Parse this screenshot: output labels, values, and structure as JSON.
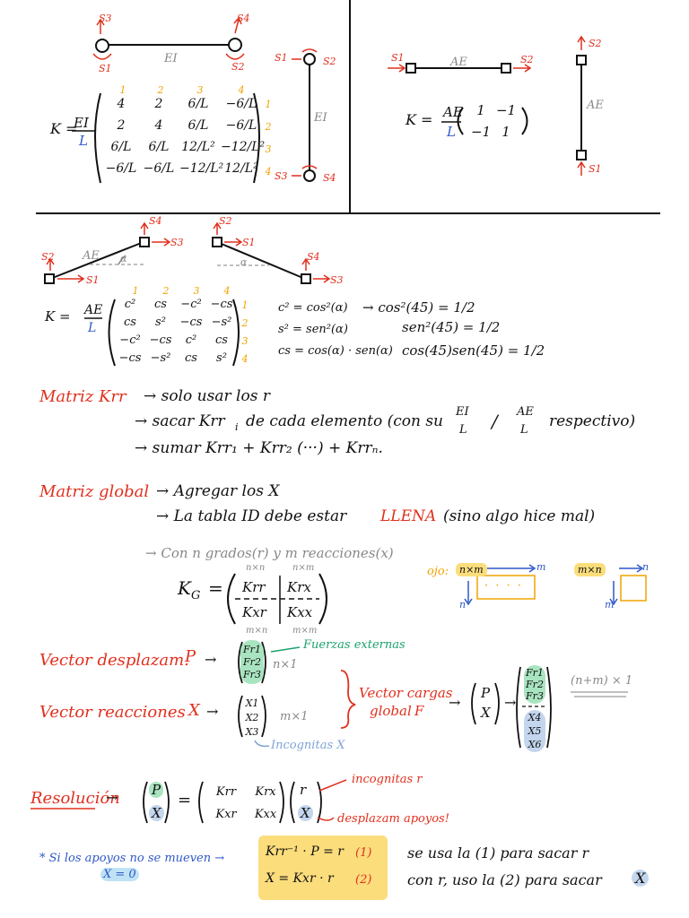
{
  "panel_beam": {
    "s3_left": "S3",
    "s4_right": "S4",
    "s1_left": "S1",
    "s2_right": "S2",
    "ei": "EI",
    "k_label": "K =",
    "ei_num": "EI",
    "l_den": "L",
    "col_idx": [
      "1",
      "2",
      "3",
      "4"
    ],
    "row_idx": [
      "1",
      "2",
      "3",
      "4"
    ],
    "matrix": [
      [
        "4",
        "2",
        "6/L",
        "−6/L"
      ],
      [
        "2",
        "4",
        "6/L",
        "−6/L"
      ],
      [
        "6/L",
        "6/L",
        "12/L²",
        "−12/L²"
      ],
      [
        "−6/L",
        "−6/L",
        "−12/L²",
        "12/L²"
      ]
    ],
    "vert_s1_top": "S1",
    "vert_s2_top": "S2",
    "vert_s3_bottom": "S3",
    "vert_s4_bottom": "S4",
    "vert_ei": "EI"
  },
  "panel_truss": {
    "s1": "S1",
    "s2": "S2",
    "ae": "AE",
    "k_label": "K =",
    "ae_num": "AE",
    "l_den": "L",
    "matrix": [
      [
        "1",
        "−1"
      ],
      [
        "−1",
        "1"
      ]
    ],
    "vert_s2": "S2",
    "vert_s1": "S1",
    "vert_ae": "AE"
  },
  "panel_inclined": {
    "left_s4": "S4",
    "left_s3": "S3",
    "left_s2": "S2",
    "left_s1": "S1",
    "left_ae": "AE",
    "left_alpha": "α",
    "right_s2": "S2",
    "right_s1": "S1",
    "right_s4": "S4",
    "right_s3": "S3",
    "right_alpha": "α",
    "k_label": "K =",
    "ae_num": "AE",
    "l_den": "L",
    "col_idx": [
      "1",
      "2",
      "3",
      "4"
    ],
    "row_idx": [
      "1",
      "2",
      "3",
      "4"
    ],
    "matrix": [
      [
        "c²",
        "cs",
        "−c²",
        "−cs"
      ],
      [
        "cs",
        "s²",
        "−cs",
        "−s²"
      ],
      [
        "−c²",
        "−cs",
        "c²",
        "cs"
      ],
      [
        "−cs",
        "−s²",
        "cs",
        "s²"
      ]
    ],
    "defs": [
      "c² = cos²(α)",
      "s² = sen²(α)",
      "cs = cos(α) · sen(α)"
    ],
    "examples": [
      "→  cos²(45) = 1/2",
      "sen²(45) = 1/2",
      "cos(45)sen(45) = 1/2"
    ]
  },
  "krr": {
    "title": "Matriz Krr",
    "line1": "→ solo usar los r",
    "line2a": "→ sacar Krr",
    "line2b": "i",
    "line2c": "de cada elemento (con su",
    "ei": "EI",
    "l1": "L",
    "slash": "/",
    "ae": "AE",
    "l2": "L",
    "line2d": "respectivo)",
    "line3": "→ sumar  Krr₁ + Krr₂ (···) + Krrₙ."
  },
  "global": {
    "title": "Matriz global",
    "line1": "→  Agregar  los  X",
    "line2a": "→ La tabla ID debe estar",
    "line2b": "LLENA",
    "line2c": "(sino algo hice mal)",
    "line3": "→ Con  n  grados(r)   y   m  reacciones(x)",
    "kg": "K",
    "kg_sub": "G",
    "eq": "=",
    "dims_top": [
      "n×n",
      "n×m"
    ],
    "dims_bottom": [
      "m×n",
      "m×m"
    ],
    "blocks": [
      "Krr",
      "Krx",
      "Kxr",
      "Kxx"
    ],
    "ojo": "ojo:",
    "nxm": "n×m",
    "mxn": "m×n",
    "m": "m",
    "n": "n",
    "dots": "· · · ·"
  },
  "vectors": {
    "desp_title": "Vector desplazam.",
    "desp_sym": "P",
    "arrow": "→",
    "fr": [
      "Fr1",
      "Fr2",
      "Fr3"
    ],
    "nx1": "n×1",
    "fuerzas": "Fuerzas externas",
    "reac_title": "Vector reacciones",
    "reac_sym": "X",
    "x": [
      "X1",
      "X2",
      "X3"
    ],
    "mx1": "m×1",
    "incognitas": "Incognitas X",
    "cargas": "Vector cargas",
    "global": "global",
    "f": "F",
    "p": "P",
    "stack": [
      "Fr1",
      "Fr2",
      "Fr3",
      "X4",
      "X5",
      "X6"
    ],
    "dim_total": "(n+m) × 1"
  },
  "resolucion": {
    "title": "Resolución",
    "p": "P",
    "x": "X",
    "eq": "=",
    "k": [
      "Krr",
      "Krx",
      "Kxr",
      "Kxx"
    ],
    "r": "r",
    "incognitas_r": "incognitas r",
    "desplaz": "desplazam apoyos!"
  },
  "footer": {
    "note": "* Si los apoyos no se mueven →",
    "x0": "X = 0",
    "eq1": "Krr⁻¹ · P = r",
    "eq1_tag": "(1)",
    "eq2": "X = Kxr · r",
    "eq2_tag": "(2)",
    "text1": "se usa  la  (1)  para  sacar  r",
    "text2": "con  r,  uso  la  (2)  para  sacar"
  }
}
